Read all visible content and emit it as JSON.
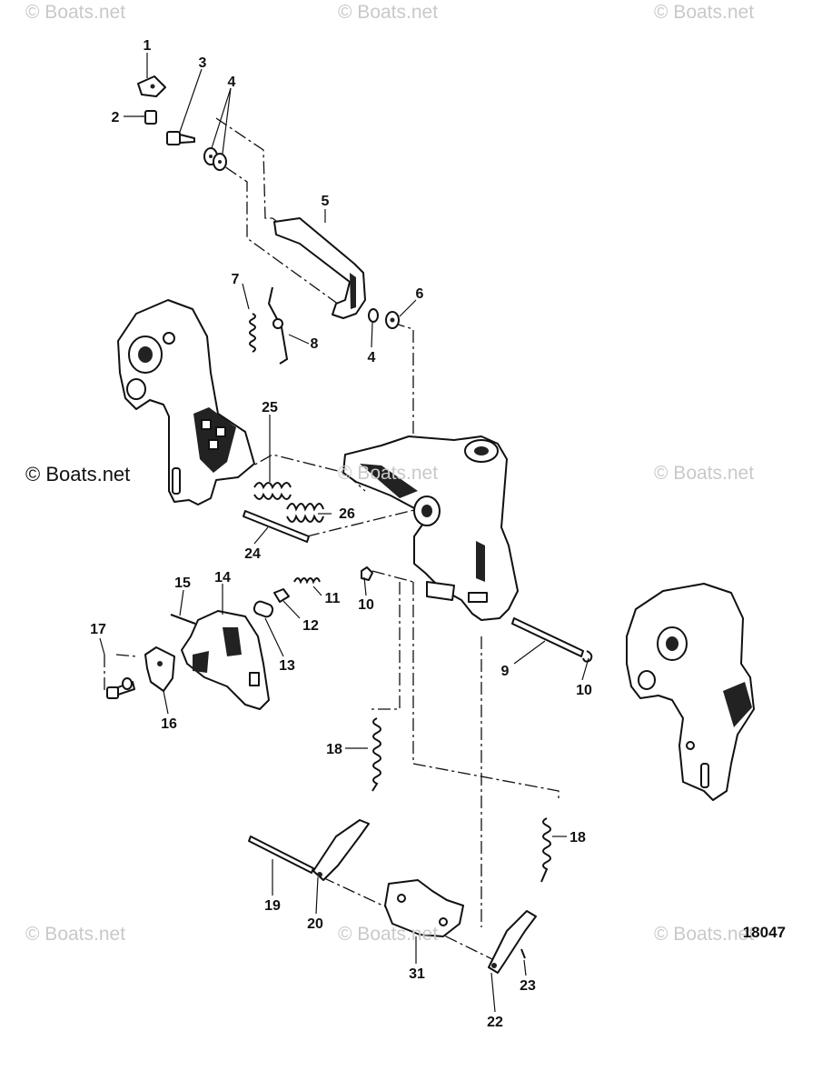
{
  "watermarks": {
    "top_left": "© Boats.net",
    "top_center": "© Boats.net",
    "top_right": "© Boats.net",
    "mid_left": "© Boats.net",
    "mid_center": "© Boats.net",
    "mid_right": "© Boats.net",
    "bottom_left": "© Boats.net",
    "bottom_center": "© Boats.net",
    "bottom_right": "© Boats.net"
  },
  "diagram_code": "18047",
  "callouts": [
    "1",
    "2",
    "3",
    "4",
    "5",
    "6",
    "4",
    "7",
    "8",
    "25",
    "26",
    "24",
    "14",
    "15",
    "11",
    "10",
    "12",
    "13",
    "17",
    "16",
    "9",
    "10",
    "18",
    "18",
    "19",
    "20",
    "31",
    "22",
    "23"
  ]
}
